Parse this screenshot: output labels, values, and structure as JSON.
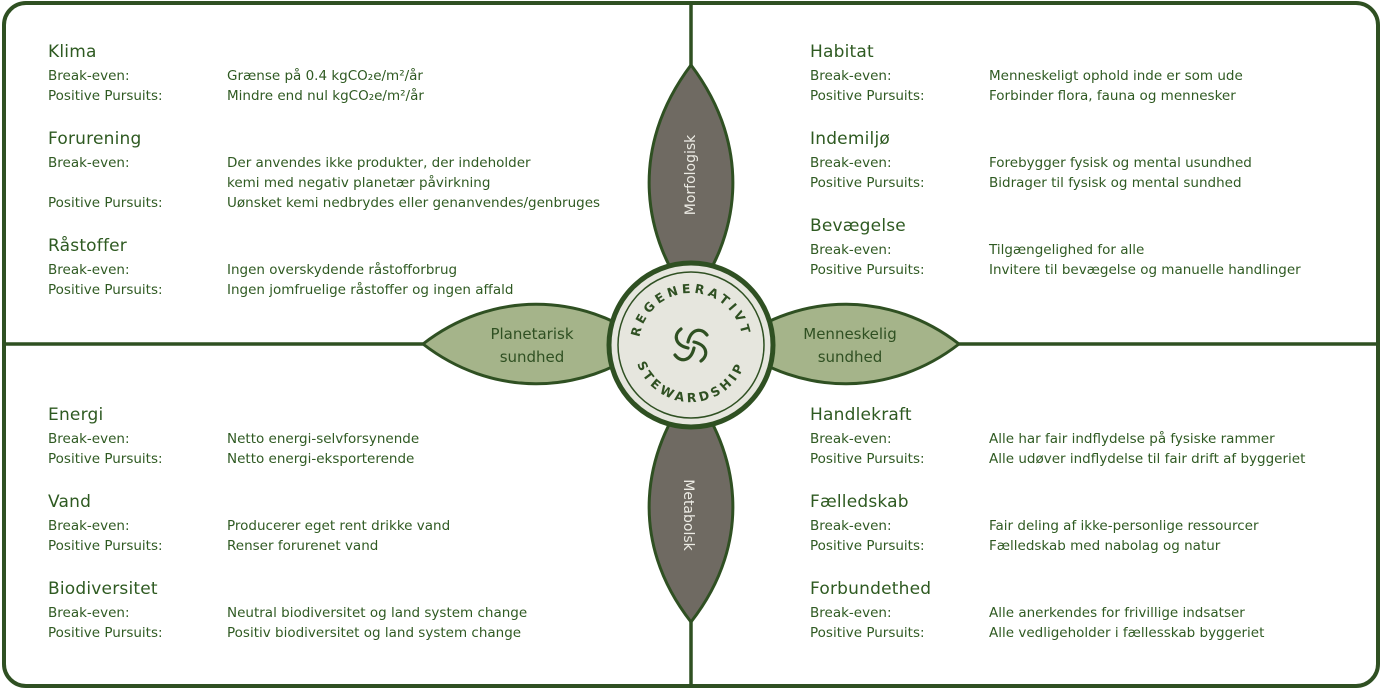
{
  "center": {
    "arc_top": "REGENERATIVT",
    "arc_bottom": "STEWARDSHIP"
  },
  "petals": {
    "top": "Morfologisk",
    "bottom": "Metabolsk",
    "left_line1": "Planetarisk",
    "left_line2": "sundhed",
    "right_line1": "Menneskelig",
    "right_line2": "sundhed"
  },
  "colors": {
    "frame": "#2f5022",
    "text": "#2f5a22",
    "petal_vertical": "#6f6a62",
    "petal_horizontal": "#a5b48a",
    "center_fill": "#e6e6de"
  },
  "quadrants": {
    "top_left": [
      {
        "title": "Klima",
        "rows": [
          {
            "label": "Break-even:",
            "text": "Grænse på 0.4 kgCO₂e/m²/år"
          },
          {
            "label": "Positive Pursuits:",
            "text": "Mindre end nul kgCO₂e/m²/år"
          }
        ]
      },
      {
        "title": "Forurening",
        "rows": [
          {
            "label": "Break-even:",
            "text": "Der anvendes ikke produkter, der indeholder\nkemi med negativ planetær påvirkning"
          },
          {
            "label": "Positive Pursuits:",
            "text": "Uønsket kemi nedbrydes eller genanvendes/genbruges"
          }
        ]
      },
      {
        "title": "Råstoffer",
        "rows": [
          {
            "label": "Break-even:",
            "text": "Ingen overskydende råstofforbrug"
          },
          {
            "label": "Positive Pursuits:",
            "text": "Ingen jomfruelige råstoffer og ingen affald"
          }
        ]
      }
    ],
    "top_right": [
      {
        "title": "Habitat",
        "rows": [
          {
            "label": "Break-even:",
            "text": "Menneskeligt ophold inde er som ude"
          },
          {
            "label": "Positive Pursuits:",
            "text": "Forbinder flora, fauna og mennesker"
          }
        ]
      },
      {
        "title": "Indemiljø",
        "rows": [
          {
            "label": "Break-even:",
            "text": "Forebygger fysisk og mental usundhed"
          },
          {
            "label": "Positive Pursuits:",
            "text": "Bidrager til fysisk og mental sundhed"
          }
        ]
      },
      {
        "title": "Bevægelse",
        "rows": [
          {
            "label": "Break-even:",
            "text": "Tilgængelighed for alle"
          },
          {
            "label": "Positive Pursuits:",
            "text": "Invitere til bevægelse og manuelle handlinger"
          }
        ]
      }
    ],
    "bottom_left": [
      {
        "title": "Energi",
        "rows": [
          {
            "label": "Break-even:",
            "text": "Netto energi-selvforsynende"
          },
          {
            "label": "Positive Pursuits:",
            "text": "Netto energi-eksporterende"
          }
        ]
      },
      {
        "title": "Vand",
        "rows": [
          {
            "label": "Break-even:",
            "text": "Producerer eget rent drikke vand"
          },
          {
            "label": "Positive Pursuits:",
            "text": "Renser forurenet vand"
          }
        ]
      },
      {
        "title": "Biodiversitet",
        "rows": [
          {
            "label": "Break-even:",
            "text": "Neutral biodiversitet og land system change"
          },
          {
            "label": "Positive Pursuits:",
            "text": "Positiv biodiversitet og land system change"
          }
        ]
      }
    ],
    "bottom_right": [
      {
        "title": "Handlekraft",
        "rows": [
          {
            "label": "Break-even:",
            "text": "Alle har fair indflydelse på fysiske rammer"
          },
          {
            "label": "Positive Pursuits:",
            "text": "Alle udøver indflydelse til fair drift af byggeriet"
          }
        ]
      },
      {
        "title": "Fælledskab",
        "rows": [
          {
            "label": "Break-even:",
            "text": "Fair deling af ikke-personlige ressourcer"
          },
          {
            "label": "Positive Pursuits:",
            "text": "Fælledskab med nabolag og natur"
          }
        ]
      },
      {
        "title": "Forbundethed",
        "rows": [
          {
            "label": "Break-even:",
            "text": "Alle anerkendes for frivillige indsatser"
          },
          {
            "label": "Positive Pursuits:",
            "text": "Alle vedligeholder i fællesskab byggeriet"
          }
        ]
      }
    ]
  }
}
